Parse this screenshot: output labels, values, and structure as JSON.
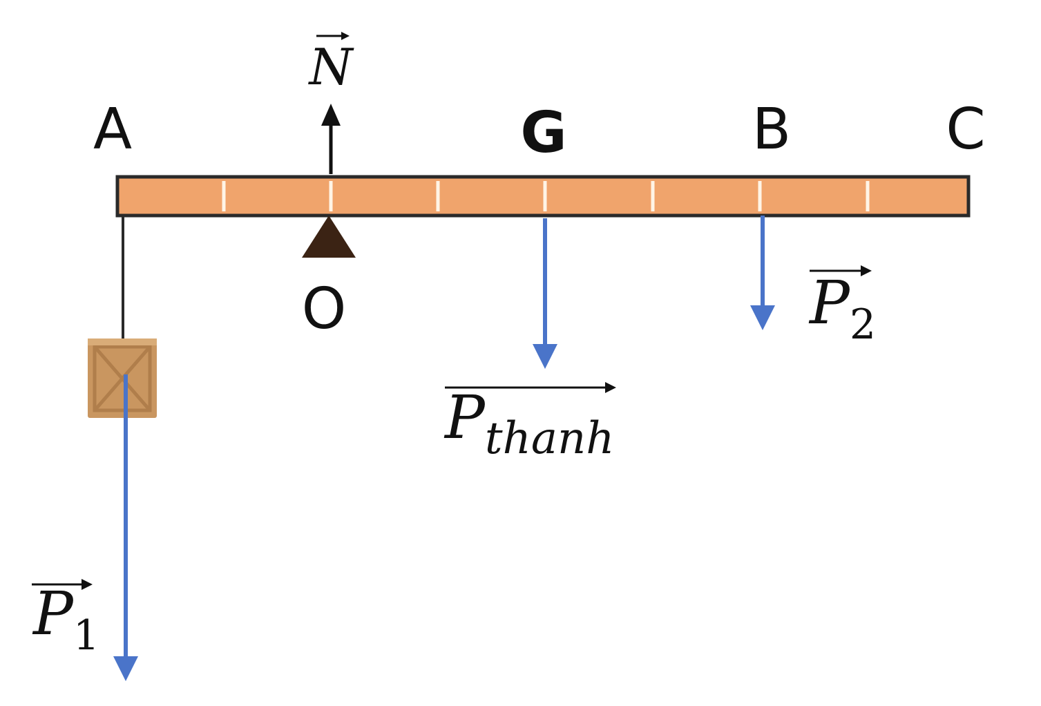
{
  "points": {
    "A": "A",
    "O": "O",
    "G": "G",
    "B": "B",
    "C": "C"
  },
  "forces": {
    "N": {
      "symbol": "N",
      "subscript": ""
    },
    "P1": {
      "symbol": "P",
      "subscript": "1"
    },
    "P2": {
      "symbol": "P",
      "subscript": "2"
    },
    "P_thanh": {
      "symbol": "P",
      "subscript": "thanh"
    }
  },
  "rod": {
    "segments": 8
  },
  "colors": {
    "rod_fill": "#F0A46C",
    "rod_border": "#2a2a2a",
    "segment_divider": "#FFF4E6",
    "weight_arrow": "#4A74C9",
    "normal_arrow": "#111111",
    "pivot": "#3B2314",
    "box": "#C99660"
  }
}
